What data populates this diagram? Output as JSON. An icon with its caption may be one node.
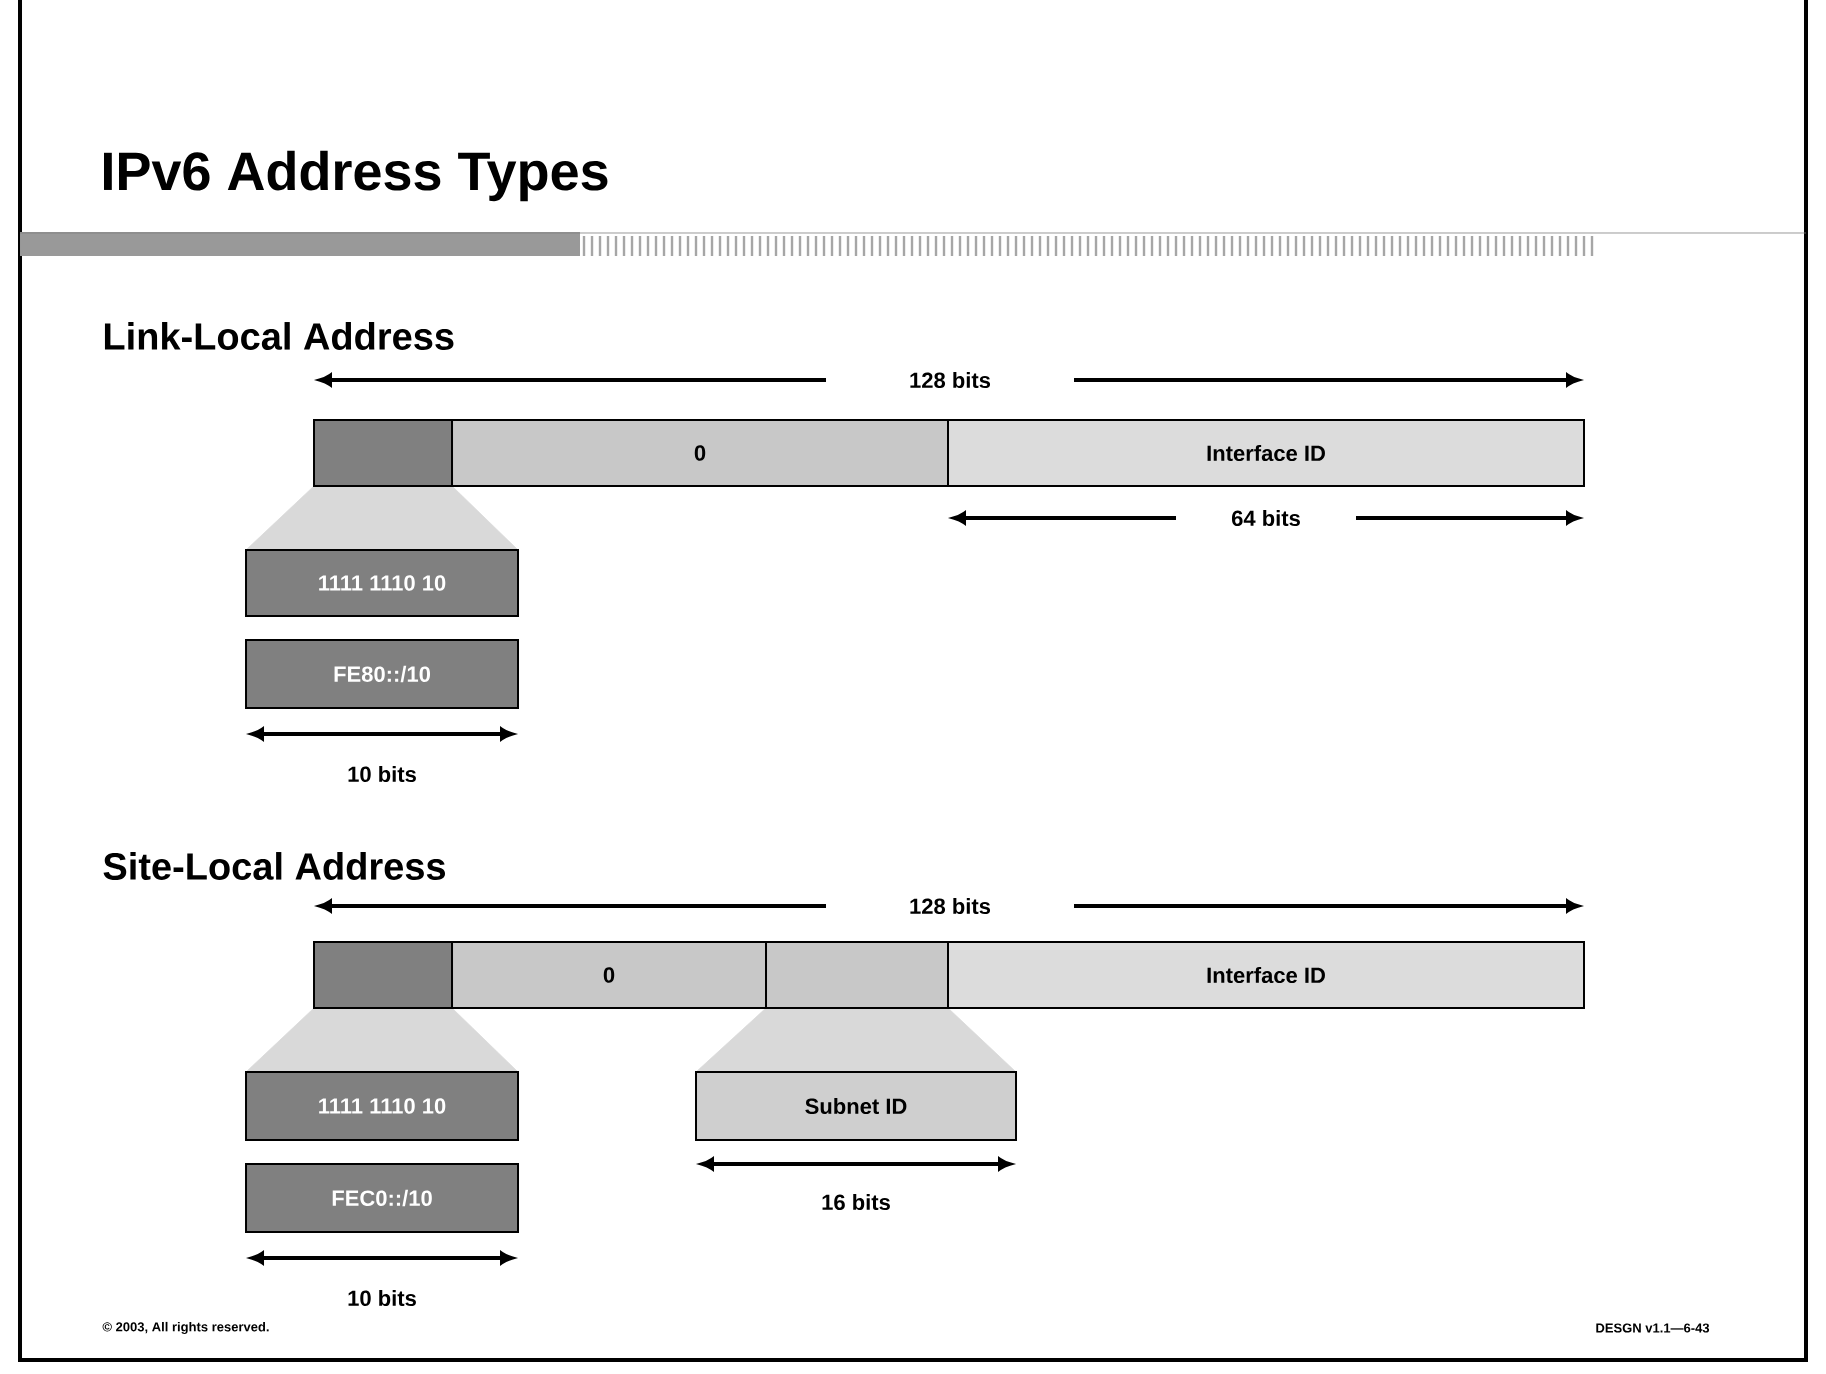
{
  "diagram": {
    "title": "IPv6 Address Types",
    "nodes": [
      {
        "text": [],
        "shape": "box"
      },
      {
        "text": [
          "0"
        ]
      },
      {
        "text": [
          "Interface ID"
        ]
      },
      {
        "text": [
          "1111 1110 10"
        ]
      },
      {
        "text": [
          "FE80::/10"
        ]
      },
      {
        "text": [],
        "shape": "box"
      },
      {
        "text": [
          "0"
        ]
      },
      {
        "text": [],
        "shape": "box"
      },
      {
        "text": [
          "Interface ID"
        ]
      },
      {
        "text": [
          "1111 1110 10"
        ]
      },
      {
        "text": [
          "Subnet ID"
        ]
      },
      {
        "text": [
          "FEC0::/10"
        ]
      }
    ],
    "edges": [
      {
        "from": 0,
        "to": 3,
        "arrow": "none"
      },
      {
        "from": 5,
        "to": 9,
        "arrow": "none"
      },
      {
        "from": 7,
        "to": 10,
        "arrow": "none"
      }
    ],
    "labels": [
      "Link-Local Address",
      "128 bits",
      "64 bits",
      "10 bits",
      "Site-Local Address",
      "128 bits",
      "16 bits",
      "10 bits",
      "© 2003, All rights reserved.",
      "DESGN v1.1—6-43"
    ]
  }
}
